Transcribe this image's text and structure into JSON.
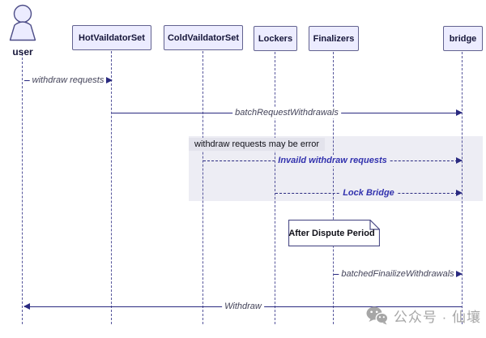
{
  "diagram_type": "sequence-diagram",
  "participants": [
    {
      "label": "user",
      "type": "actor"
    },
    {
      "label": "HotVaildatorSet",
      "type": "participant"
    },
    {
      "label": "ColdVaildatorSet",
      "type": "participant"
    },
    {
      "label": "Lockers",
      "type": "participant"
    },
    {
      "label": "Finalizers",
      "type": "participant"
    },
    {
      "label": "bridge",
      "type": "participant"
    }
  ],
  "messages": [
    {
      "label": "withdraw requests",
      "from": "user",
      "to": "HotVaildatorSet",
      "line": "solid",
      "direction": "right"
    },
    {
      "label": "batchRequestWithdrawals",
      "from": "HotVaildatorSet",
      "to": "bridge",
      "line": "solid",
      "direction": "right"
    },
    {
      "label": "Invaild withdraw requests",
      "from": "ColdVaildatorSet",
      "to": "bridge",
      "line": "dashed",
      "direction": "right"
    },
    {
      "label": "Lock Bridge",
      "from": "Lockers",
      "to": "bridge",
      "line": "dashed",
      "direction": "right"
    },
    {
      "label": "batchedFinailizeWithdrawals",
      "from": "Finalizers",
      "to": "bridge",
      "line": "solid",
      "direction": "right"
    },
    {
      "label": "Withdraw",
      "from": "bridge",
      "to": "user",
      "line": "solid",
      "direction": "left"
    }
  ],
  "region": {
    "label": "withdraw requests may be error"
  },
  "note": {
    "label": "After Dispute Period"
  },
  "watermark": {
    "icon": "wechat-icon",
    "text": "公众号 · 仙壤"
  },
  "colors": {
    "participant_fill": "#ECECFF",
    "participant_border": "#62628f",
    "signal": "#2a2a80",
    "lifeline": "#55559b",
    "gray_text": "#44445a",
    "blue_text": "#3232ae",
    "region_fill": "#EDEDF4",
    "region_label_bg": "#E3E3EC"
  }
}
